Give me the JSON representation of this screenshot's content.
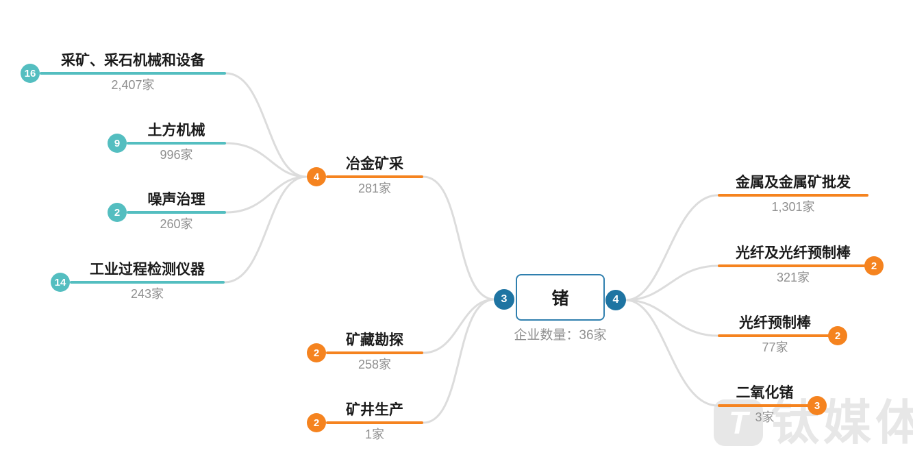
{
  "colors": {
    "teal": "#54bec0",
    "orange": "#f5831f",
    "blue": "#1e74a2",
    "connector_gray": "#dcdcdc",
    "label_text": "#1b1b1b",
    "count_text": "#8f8f8f",
    "watermark_gray": "#e7e7e7"
  },
  "center": {
    "label": "锗",
    "caption": "企业数量：36家",
    "left_badge": "3",
    "right_badge": "4"
  },
  "left_level3": [
    {
      "label": "采矿、采石机械和设备",
      "count": "2,407家",
      "badge": "16"
    },
    {
      "label": "土方机械",
      "count": "996家",
      "badge": "9"
    },
    {
      "label": "噪声治理",
      "count": "260家",
      "badge": "2"
    },
    {
      "label": "工业过程检测仪器",
      "count": "243家",
      "badge": "14"
    }
  ],
  "left_level2": [
    {
      "label": "冶金矿采",
      "count": "281家",
      "badge": "4"
    },
    {
      "label": "矿藏勘探",
      "count": "258家",
      "badge": "2"
    },
    {
      "label": "矿井生产",
      "count": "1家",
      "badge": "2"
    }
  ],
  "right_level2": [
    {
      "label": "金属及金属矿批发",
      "count": "1,301家",
      "badge": ""
    },
    {
      "label": "光纤及光纤预制棒",
      "count": "321家",
      "badge": "2"
    },
    {
      "label": "光纤预制棒",
      "count": "77家",
      "badge": "2"
    },
    {
      "label": "二氧化锗",
      "count": "3家",
      "badge": "3"
    }
  ],
  "watermark": {
    "logo_glyph": "T",
    "text": "钛媒体"
  }
}
